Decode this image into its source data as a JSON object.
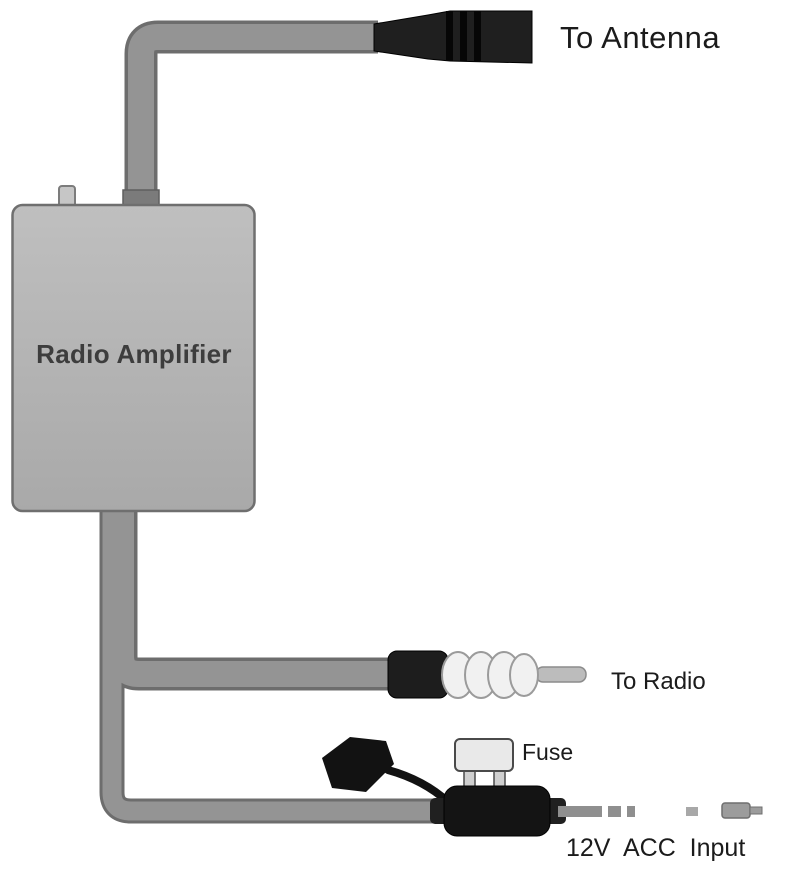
{
  "diagram": {
    "labels": {
      "antenna": "To Antenna",
      "amplifier": "Radio Amplifier",
      "radio": "To Radio",
      "fuse": "Fuse",
      "power": "12V  ACC  Input"
    },
    "colors": {
      "background": "#ffffff",
      "cable_fill": "#949494",
      "cable_outline": "#6d6d6d",
      "amplifier_fill": "#b3b3b3",
      "amplifier_border": "#6f6f6f",
      "connector_black": "#1d1d1d",
      "barrel_white": "#f1f1f1",
      "text": "#1b1b1b"
    }
  }
}
